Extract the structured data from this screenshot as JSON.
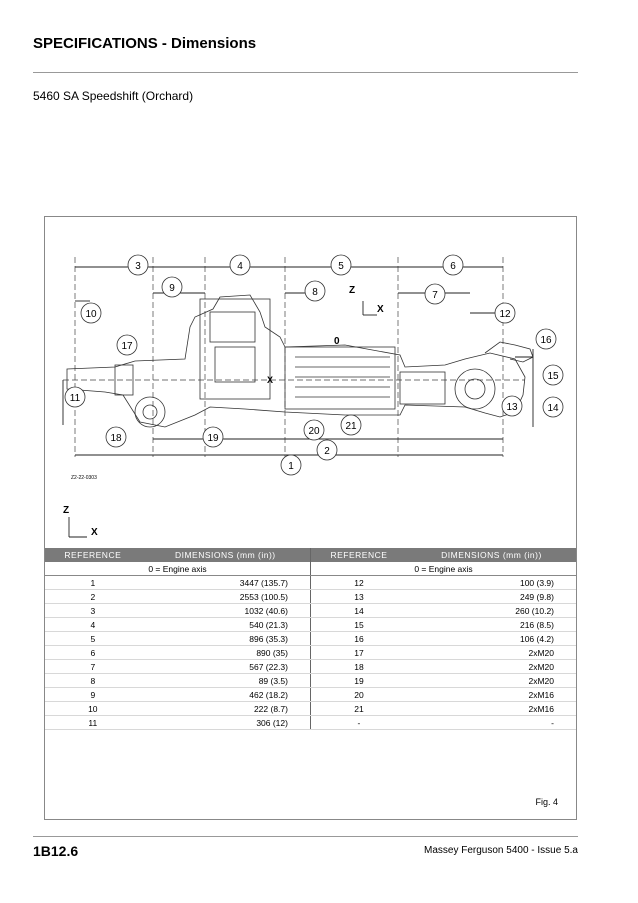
{
  "header": {
    "title": "SPECIFICATIONS - Dimensions",
    "subtitle": "5460 SA Speedshift (Orchard)"
  },
  "figure": {
    "drawing_code": "Z2-22-0303",
    "fig_label": "Fig. 4",
    "axis_z": "Z",
    "axis_x": "X",
    "origin_label": "0",
    "callouts": [
      "1",
      "2",
      "3",
      "4",
      "5",
      "6",
      "7",
      "8",
      "9",
      "10",
      "11",
      "12",
      "13",
      "14",
      "15",
      "16",
      "17",
      "18",
      "19",
      "20",
      "21"
    ]
  },
  "table": {
    "headers": [
      "REFERENCE",
      "DIMENSIONS (mm (in))",
      "REFERENCE",
      "DIMENSIONS (mm (in))"
    ],
    "axis_note_left": "0 = Engine axis",
    "axis_note_right": "0 = Engine axis",
    "rows": [
      [
        "1",
        "3447 (135.7)",
        "12",
        "100 (3.9)"
      ],
      [
        "2",
        "2553 (100.5)",
        "13",
        "249 (9.8)"
      ],
      [
        "3",
        "1032 (40.6)",
        "14",
        "260 (10.2)"
      ],
      [
        "4",
        "540 (21.3)",
        "15",
        "216 (8.5)"
      ],
      [
        "5",
        "896 (35.3)",
        "16",
        "106 (4.2)"
      ],
      [
        "6",
        "890 (35)",
        "17",
        "2xM20"
      ],
      [
        "7",
        "567 (22.3)",
        "18",
        "2xM20"
      ],
      [
        "8",
        "89 (3.5)",
        "19",
        "2xM20"
      ],
      [
        "9",
        "462 (18.2)",
        "20",
        "2xM16"
      ],
      [
        "10",
        "222 (8.7)",
        "21",
        "2xM16"
      ],
      [
        "11",
        "306 (12)",
        "-",
        "-"
      ]
    ]
  },
  "footer": {
    "page_code": "1B12.6",
    "issue": "Massey Ferguson 5400 - Issue 5.a"
  }
}
